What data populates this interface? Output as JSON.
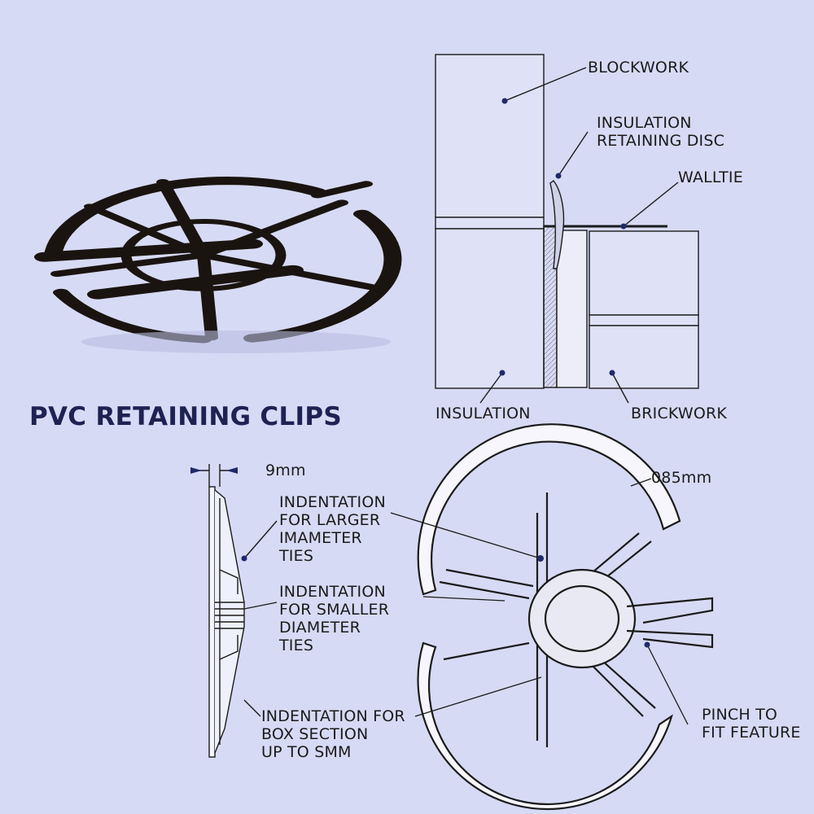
{
  "title": "PVC RETAINING CLIPS",
  "labels": {
    "blockwork": "BLOCKWORK",
    "disc_line1": "INSULATION",
    "disc_line2": "RETAINING DISC",
    "walltie": "WALLTIE",
    "insulation": "INSULATION",
    "brickwork": "BRICKWORK",
    "thickness": "9mm",
    "diameter": "085mm",
    "larger_line1": "INDENTATION",
    "larger_line2": "FOR LARGER",
    "larger_line3": "IMAMETER",
    "larger_line4": "TIES",
    "smaller_line1": "INDENTATION",
    "smaller_line2": "FOR SMALLER",
    "smaller_line3": "DIAMETER",
    "smaller_line4": "TIES",
    "box_line1": "INDENTATION FOR",
    "box_line2": "BOX SECTION",
    "box_line3": "UP TO SMM",
    "pinch_line1": "PINCH  TO",
    "pinch_line2": "FIT FEATURE"
  },
  "colors": {
    "background": "#d7daf4",
    "title": "#1e2253",
    "leader_dot": "#1f2a6b",
    "product": "#1a1410",
    "line": "#1b1b1b"
  },
  "icons": {
    "product_photo": "pvc-retaining-clip-photo",
    "section_view": "wall-cross-section-diagram",
    "side_view": "clip-side-profile-drawing",
    "front_view": "clip-front-view-drawing"
  }
}
